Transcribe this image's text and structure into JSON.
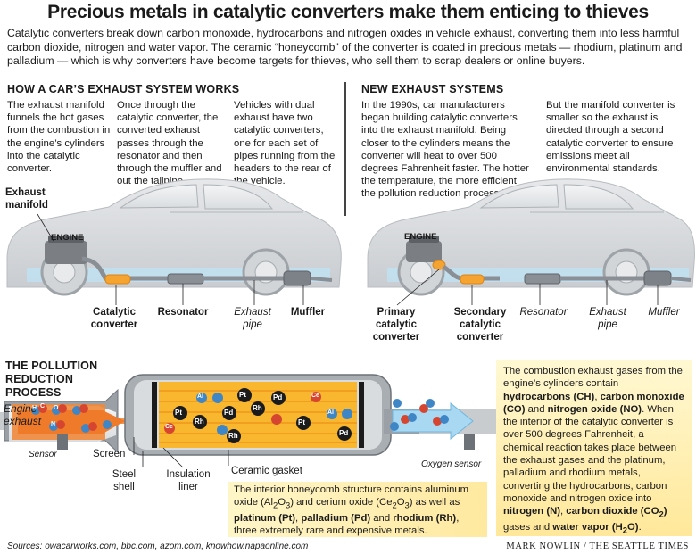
{
  "header": {
    "title": "Precious metals in catalytic converters make them enticing to thieves",
    "intro": "Catalytic converters break down carbon monoxide, hydrocarbons and nitrogen oxides in vehicle exhaust, converting them into less harmful carbon dioxide, nitrogen and water vapor. The ceramic “honeycomb” of the converter is coated in precious metals — rhodium, platinum and palladium — which is why converters have become targets for thieves, who sell them to scrap dealers or online buyers."
  },
  "left_section": {
    "heading": "HOW A CAR’S EXHAUST SYSTEM WORKS",
    "columns": [
      "The exhaust manifold funnels the hot gases from the combustion in the engine’s cylinders into the catalytic converter.",
      "Once through the catalytic converter, the converted exhaust passes through the resonator and then through the muffler and out the tailpipe.",
      "Vehicles with dual exhaust have two catalytic converters, one for each set of pipes running from the headers to the rear of the vehicle."
    ],
    "labels": {
      "exhaust_manifold": "Exhaust manifold",
      "engine": "ENGINE",
      "catalytic_converter": "Catalytic converter",
      "resonator": "Resonator",
      "exhaust_pipe": "Exhaust pipe",
      "muffler": "Muffler"
    }
  },
  "right_section": {
    "heading": "NEW EXHAUST SYSTEMS",
    "columns": [
      "In the 1990s, car manufacturers began building catalytic converters into the exhaust manifold. Being closer to the cylinders means the converter will heat to over 500 degrees Fahrenheit faster. The hotter the temperature, the more efficient the pollution reduction process is.",
      "But the manifold converter is smaller so the exhaust is directed through a second catalytic converter to ensure emissions meet all environmental standards."
    ],
    "labels": {
      "engine": "ENGINE",
      "primary": "Primary catalytic converter",
      "secondary": "Secondary catalytic converter",
      "resonator": "Resonator",
      "exhaust_pipe": "Exhaust pipe",
      "muffler": "Muffler"
    }
  },
  "process": {
    "heading": "THE POLLUTION REDUCTION PROCESS",
    "engine_exhaust": "Engine exhaust",
    "sensor": "Sensor",
    "oxygen_sensor": "Oxygen sensor",
    "screen": "Screen",
    "steel_shell": "Steel shell",
    "insulation_liner": "Insulation liner",
    "ceramic_gasket": "Ceramic gasket",
    "metals": [
      "Pt",
      "Pd",
      "Rh",
      "Al",
      "Ce"
    ],
    "molecules_in": [
      "H",
      "C",
      "O",
      "N"
    ],
    "note_left": {
      "t1": "The interior honeycomb structure contains aluminum oxide (Al",
      "s1": "2",
      "t2": "O",
      "s2": "3",
      "t3": ") and cerium oxide (Ce",
      "s3": "2",
      "t4": "O",
      "s4": "3",
      "t5": ") as well as ",
      "b1": "platinum (Pt)",
      "t6": ", ",
      "b2": "palladium (Pd)",
      "t7": " and ",
      "b3": "rhodium (Rh)",
      "t8": ", three extremely rare and expensive metals."
    },
    "note_right": {
      "t1": "The combustion exhaust gases from the engine’s cylinders contain ",
      "b1": "hydrocarbons (CH)",
      "t2": ", ",
      "b2": "carbon monoxide (CO)",
      "t3": " and ",
      "b3": "nitrogen oxide (NO)",
      "t4": ". When the interior of the catalytic converter is over 500 degrees Fahrenheit, a chemical reaction takes place between the exhaust gases and the platinum, palladium and rhodium metals, converting the hydrocarbons, carbon monoxide and nitrogen oxide into ",
      "b4": "nitrogen (N)",
      "t5": ", ",
      "b5a": "carbon dioxide (CO",
      "b5s": "2",
      "b5b": ")",
      "t6": " gases and ",
      "b6a": "water vapor (H",
      "b6s": "2",
      "b6b": "O)",
      "t7": "."
    }
  },
  "footer": {
    "sources": "Sources: owacarworks.com, bbc.com, azom.com, knowhow.napaonline.com",
    "credit": "MARK NOWLIN / THE SEATTLE TIMES"
  },
  "colors": {
    "converter_orange": "#f6a431",
    "pipe_gray": "#8a8f96",
    "exhaust_blue": "#9fd2ee",
    "molecule_blue": "#3f86c6",
    "molecule_red": "#d6452f",
    "note_yellow": "#ffe89a"
  }
}
